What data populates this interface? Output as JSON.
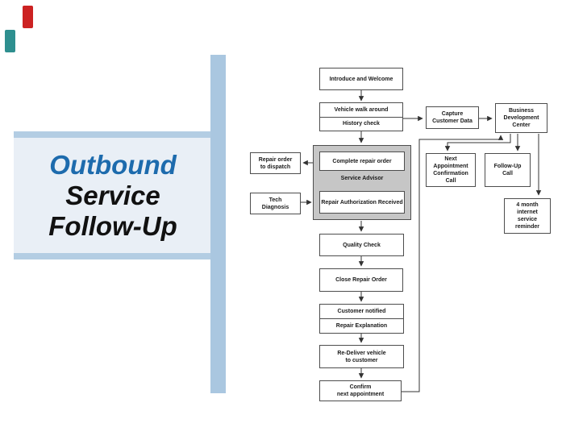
{
  "slide": {
    "title": {
      "line1": "Outbound",
      "line2": "Service",
      "line3": "Follow-Up"
    },
    "colors": {
      "title_line1": "#1d6bad",
      "title_rest": "#111111",
      "accent_bar": "#aac7e0",
      "panel_fill": "#e9eff6",
      "panel_strip": "#b3cde3",
      "red_tab": "#cc2222",
      "teal_tab": "#2e8f8f",
      "box_border": "#4d4d4d",
      "advisor_fill": "#c6c6c6"
    }
  },
  "flowchart": {
    "intro": "Introduce and Welcome",
    "vehicle_top": "Vehicle walk around",
    "vehicle_bottom": "History check",
    "capture": "Capture\nCustomer Data",
    "bdc": "Business\nDevelopment\nCenter",
    "repair_order": "Repair order\nto dispatch",
    "tech": "Tech\nDiagnosis",
    "advisor_label": "Service Advisor",
    "advisor_box1": "Complete repair order",
    "advisor_box2": "Repair Authorization Received",
    "next_appt": "Next\nAppointment\nConfirmation\nCall",
    "followup": "Follow-Up\nCall",
    "month4": "4 month\ninternet\nservice\nreminder",
    "quality": "Quality Check",
    "close": "Close Repair Order",
    "notified_top": "Customer notified",
    "notified_bottom": "Repair Explanation",
    "redeliver": "Re-Deliver vehicle\nto customer",
    "confirm": "Confirm\nnext appointment"
  }
}
